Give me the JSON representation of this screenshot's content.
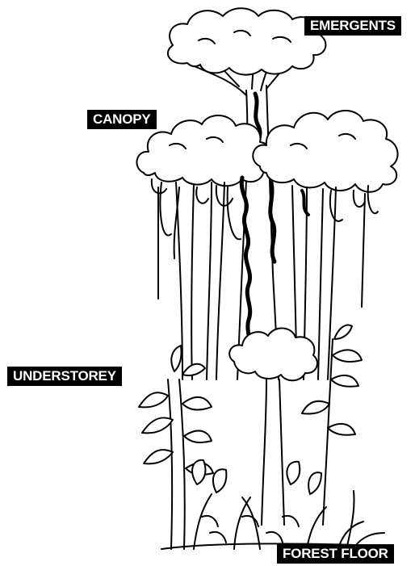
{
  "labels": {
    "emergents": "EMERGENTS",
    "canopy": "CANOPY",
    "understorey": "UNDERSTOREY",
    "forest_floor": "FOREST FLOOR"
  },
  "colors": {
    "ink": "#000000",
    "paper": "#ffffff",
    "label_background": "#000000",
    "label_text": "#ffffff"
  }
}
